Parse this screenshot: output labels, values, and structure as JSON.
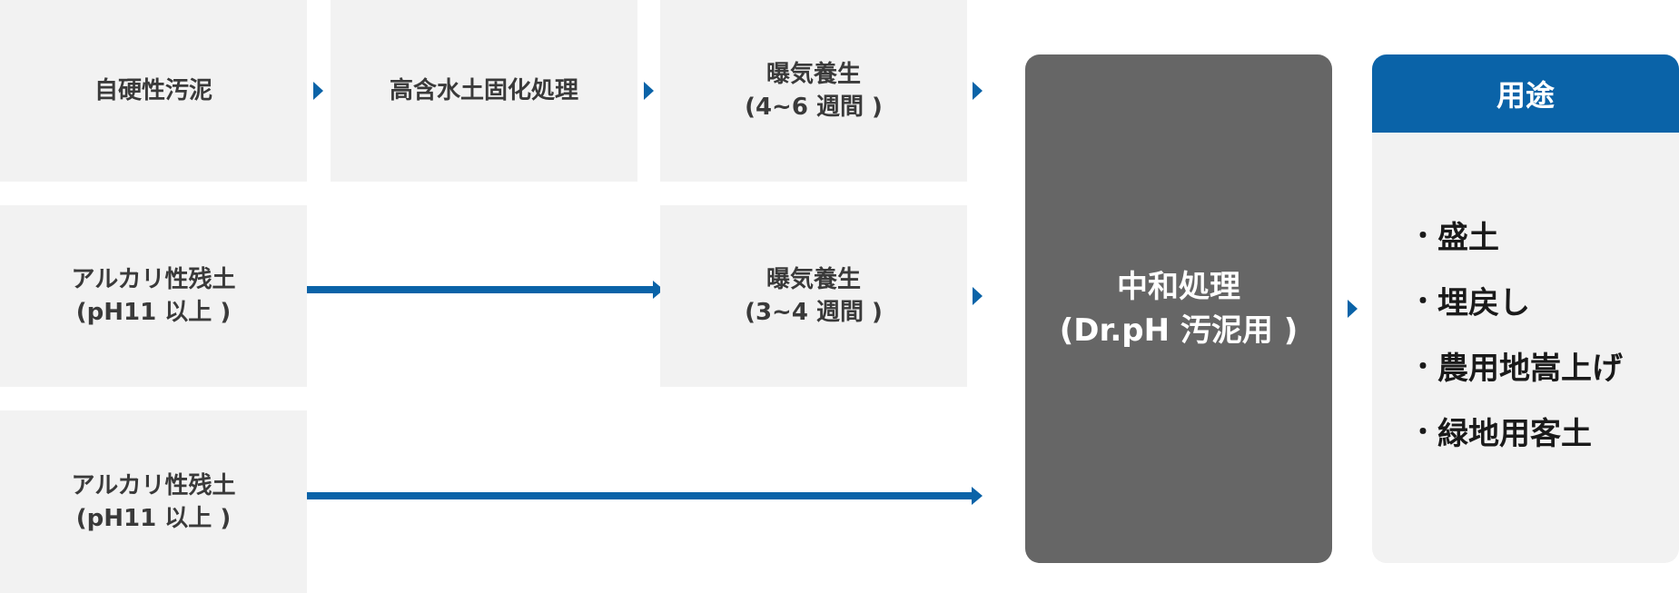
{
  "row1": {
    "box1": "自硬性汚泥",
    "box2": "高含水土固化処理",
    "box3_line1": "曝気養生",
    "box3_line2": "(4~6 週間 )"
  },
  "row2": {
    "box1_line1": "アルカリ性残土",
    "box1_line2": "(pH11 以上 )",
    "box2_line1": "曝気養生",
    "box2_line2": "(3~4 週間 )"
  },
  "row3": {
    "box1_line1": "アルカリ性残土",
    "box1_line2": "(pH11 以上 )"
  },
  "center": {
    "line1": "中和処理",
    "line2": "(Dr.pH 汚泥用 )"
  },
  "uses": {
    "title": "用途",
    "bullet": "・",
    "items": [
      "盛土",
      "埋戻し",
      "農用地嵩上げ",
      "緑地用客土"
    ]
  },
  "colors": {
    "accent": "#0a63a8",
    "box": "#f2f2f2",
    "center": "#666666"
  }
}
